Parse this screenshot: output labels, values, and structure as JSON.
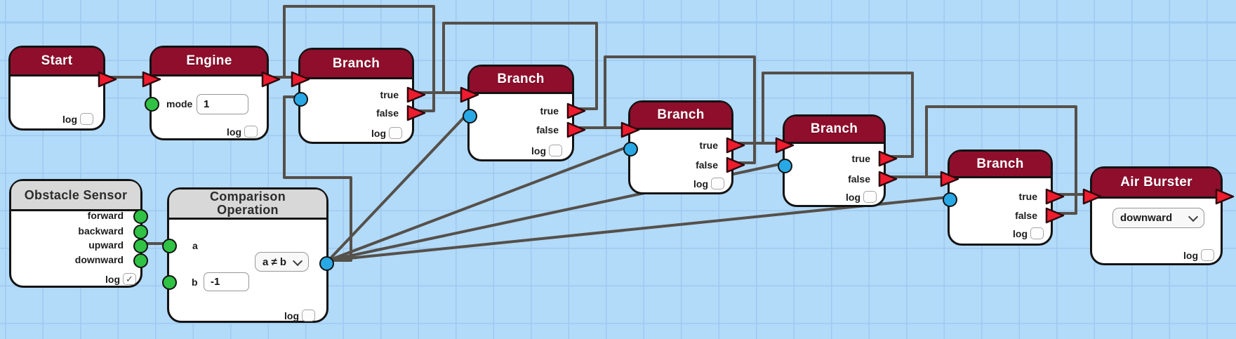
{
  "colors": {
    "background": "#b2daf9",
    "grid_line": "#9ec9ef",
    "wire": "#55504a",
    "header_red": "#8e0e2c",
    "header_gray": "#d8d8d8",
    "port_red": "#ee1c2e",
    "port_green": "#2fc244",
    "port_blue": "#29a8e6"
  },
  "nodes": {
    "start": {
      "title": "Start",
      "log_label": "log",
      "log_check": ""
    },
    "engine": {
      "title": "Engine",
      "mode_label": "mode",
      "mode_value": "1",
      "log_label": "log",
      "log_check": ""
    },
    "branch1": {
      "title": "Branch",
      "true_label": "true",
      "false_label": "false",
      "log_label": "log",
      "log_check": ""
    },
    "branch2": {
      "title": "Branch",
      "true_label": "true",
      "false_label": "false",
      "log_label": "log",
      "log_check": ""
    },
    "branch3": {
      "title": "Branch",
      "true_label": "true",
      "false_label": "false",
      "log_label": "log",
      "log_check": ""
    },
    "branch4": {
      "title": "Branch",
      "true_label": "true",
      "false_label": "false",
      "log_label": "log",
      "log_check": ""
    },
    "branch5": {
      "title": "Branch",
      "true_label": "true",
      "false_label": "false",
      "log_label": "log",
      "log_check": ""
    },
    "air_burster": {
      "title": "Air Burster",
      "direction_value": "downward",
      "log_label": "log",
      "log_check": ""
    },
    "obstacle_sensor": {
      "title": "Obstacle Sensor",
      "outputs": [
        "forward",
        "backward",
        "upward",
        "downward"
      ],
      "log_label": "log",
      "log_check": "✓"
    },
    "comparison": {
      "title_line1": "Comparison",
      "title_line2": "Operation",
      "a_label": "a",
      "b_label": "b",
      "b_value": "-1",
      "operator_value": "a ≠ b",
      "log_label": "log",
      "log_check": ""
    }
  },
  "wires": [
    {
      "from": "start.exec_out",
      "to": "engine.exec_in"
    },
    {
      "from": "engine.exec_out",
      "to": "branch1.exec_in"
    },
    {
      "from": "branch1.false",
      "to": "branch1.exec_in"
    },
    {
      "from": "branch1.true",
      "to": "branch2.exec_in"
    },
    {
      "from": "branch2.true",
      "to": "branch2.exec_in"
    },
    {
      "from": "branch2.false",
      "to": "branch3.exec_in"
    },
    {
      "from": "branch3.false",
      "to": "branch3.exec_in"
    },
    {
      "from": "branch3.true",
      "to": "branch4.exec_in"
    },
    {
      "from": "branch4.true",
      "to": "branch4.exec_in"
    },
    {
      "from": "branch4.false",
      "to": "branch5.exec_in"
    },
    {
      "from": "branch5.false",
      "to": "branch5.exec_in"
    },
    {
      "from": "branch5.true",
      "to": "air_burster.exec_in"
    },
    {
      "from": "comparison.result",
      "to": "branch1.condition"
    },
    {
      "from": "comparison.result",
      "to": "branch2.condition"
    },
    {
      "from": "comparison.result",
      "to": "branch3.condition"
    },
    {
      "from": "comparison.result",
      "to": "branch4.condition"
    },
    {
      "from": "comparison.result",
      "to": "branch5.condition"
    },
    {
      "from": "obstacle_sensor.upward",
      "to": "comparison.a"
    }
  ]
}
